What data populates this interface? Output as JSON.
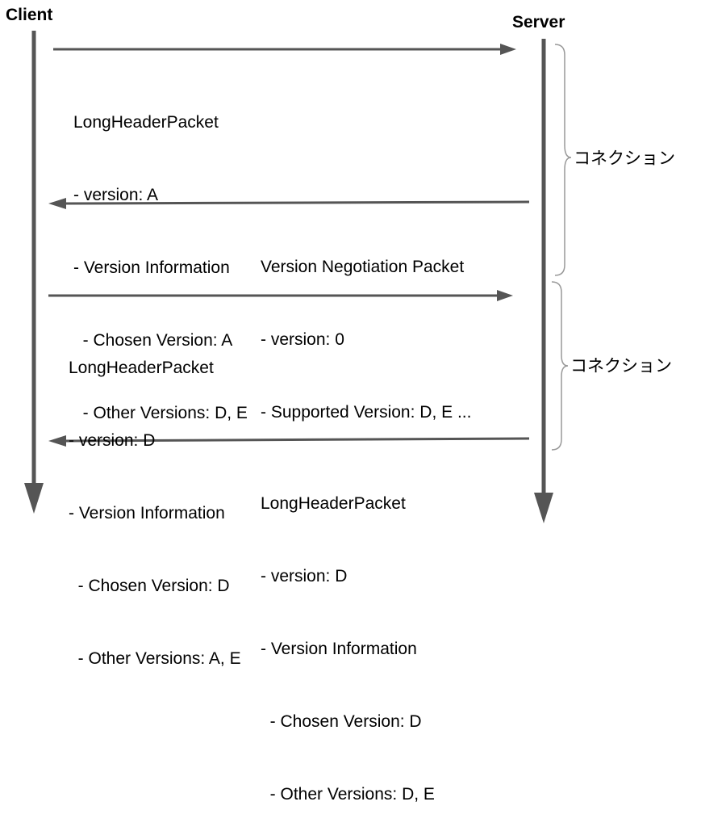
{
  "participants": {
    "client": "Client",
    "server": "Server"
  },
  "messages": [
    {
      "direction": "client-to-server",
      "lines": [
        "LongHeaderPacket",
        "- version: A",
        "- Version Information",
        "  - Chosen Version: A",
        "  - Other Versions: D, E"
      ]
    },
    {
      "direction": "server-to-client",
      "lines": [
        "Version Negotiation Packet",
        "- version: 0",
        "- Supported Version: D, E ..."
      ]
    },
    {
      "direction": "client-to-server",
      "lines": [
        "LongHeaderPacket",
        "- version: D",
        "- Version Information",
        "  - Chosen Version: D",
        "  - Other Versions: A, E"
      ]
    },
    {
      "direction": "server-to-client",
      "lines": [
        "LongHeaderPacket",
        "- version: D",
        "- Version Information",
        "  - Chosen Version: D",
        "  - Other Versions: D, E"
      ]
    }
  ],
  "connections": [
    {
      "label": "コネクション"
    },
    {
      "label": "コネクション"
    }
  ],
  "colors": {
    "line": "#555555",
    "text": "#000000",
    "brace": "#999999"
  }
}
